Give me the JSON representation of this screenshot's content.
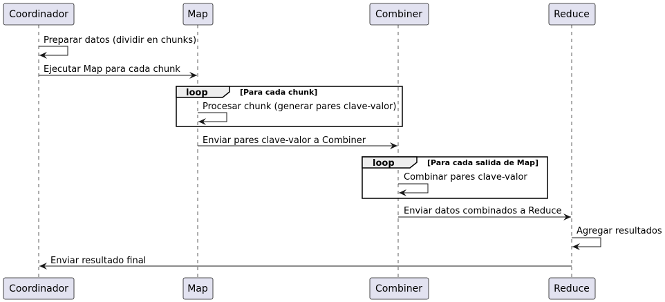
{
  "diagram": {
    "participants": [
      {
        "id": "coord",
        "label": "Coordinador"
      },
      {
        "id": "map",
        "label": "Map"
      },
      {
        "id": "comb",
        "label": "Combiner"
      },
      {
        "id": "reduce",
        "label": "Reduce"
      }
    ],
    "messages": [
      {
        "from": "coord",
        "to": "coord",
        "text": "Preparar datos (dividir en chunks)"
      },
      {
        "from": "coord",
        "to": "map",
        "text": "Ejecutar Map para cada chunk"
      },
      {
        "from": "map",
        "to": "map",
        "text": "Procesar chunk (generar pares clave-valor)"
      },
      {
        "from": "map",
        "to": "comb",
        "text": "Enviar pares clave-valor a Combiner"
      },
      {
        "from": "comb",
        "to": "comb",
        "text": "Combinar pares clave-valor"
      },
      {
        "from": "comb",
        "to": "reduce",
        "text": "Enviar datos combinados a Reduce"
      },
      {
        "from": "reduce",
        "to": "reduce",
        "text": "Agregar resultados"
      },
      {
        "from": "reduce",
        "to": "coord",
        "text": "Enviar resultado final"
      }
    ],
    "loops": [
      {
        "keyword": "loop",
        "condition": "[Para cada chunk]"
      },
      {
        "keyword": "loop",
        "condition": "[Para cada salida de Map]"
      }
    ],
    "colors": {
      "participant_fill": "#E2E2F0",
      "participant_border": "#181818",
      "lifeline": "#181818",
      "loop_header_fill": "#EEEEEE",
      "line": "#181818"
    }
  }
}
